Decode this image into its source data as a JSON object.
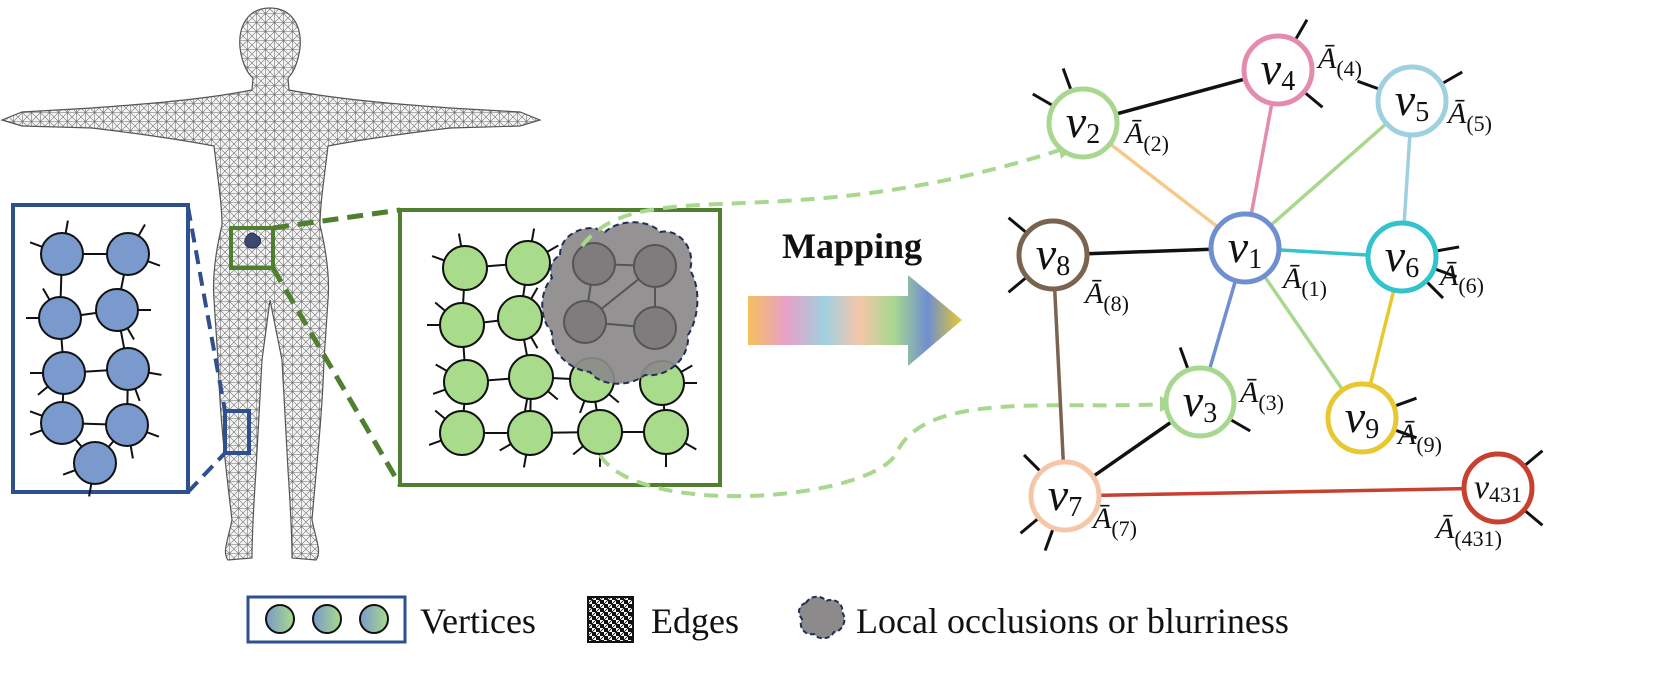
{
  "title": "Mapping",
  "colors": {
    "blue_panel": "#2f4f8f",
    "blue_node": "#7a99cc",
    "green_panel": "#4f7f2f",
    "green_node": "#a8db8a",
    "occlusion": "#8c8a8a",
    "dashed_green": "#a8d890"
  },
  "graph": {
    "vertices": [
      {
        "id": "v1",
        "label": "v",
        "sub": "1",
        "a_sub": "(1)",
        "color": "#6f8fd0"
      },
      {
        "id": "v2",
        "label": "v",
        "sub": "2",
        "a_sub": "(2)",
        "color": "#a8d890"
      },
      {
        "id": "v3",
        "label": "v",
        "sub": "3",
        "a_sub": "(3)",
        "color": "#a8d890"
      },
      {
        "id": "v4",
        "label": "v",
        "sub": "4",
        "a_sub": "(4)",
        "color": "#e48bb0"
      },
      {
        "id": "v5",
        "label": "v",
        "sub": "5",
        "a_sub": "(5)",
        "color": "#9fd0e0"
      },
      {
        "id": "v6",
        "label": "v",
        "sub": "6",
        "a_sub": "(6)",
        "color": "#33c3cc"
      },
      {
        "id": "v7",
        "label": "v",
        "sub": "7",
        "a_sub": "(7)",
        "color": "#f5c6a8"
      },
      {
        "id": "v8",
        "label": "v",
        "sub": "8",
        "a_sub": "(8)",
        "color": "#7a6450"
      },
      {
        "id": "v9",
        "label": "v",
        "sub": "9",
        "a_sub": "(9)",
        "color": "#e8c830"
      },
      {
        "id": "v431",
        "label": "v",
        "sub": "431",
        "a_sub": "(431)",
        "color": "#c84030"
      }
    ],
    "a_symbol": "Ā"
  },
  "legend": {
    "vertices_label": "Vertices",
    "edges_label": "Edges",
    "occlusion_label": "Local occlusions or blurriness"
  }
}
